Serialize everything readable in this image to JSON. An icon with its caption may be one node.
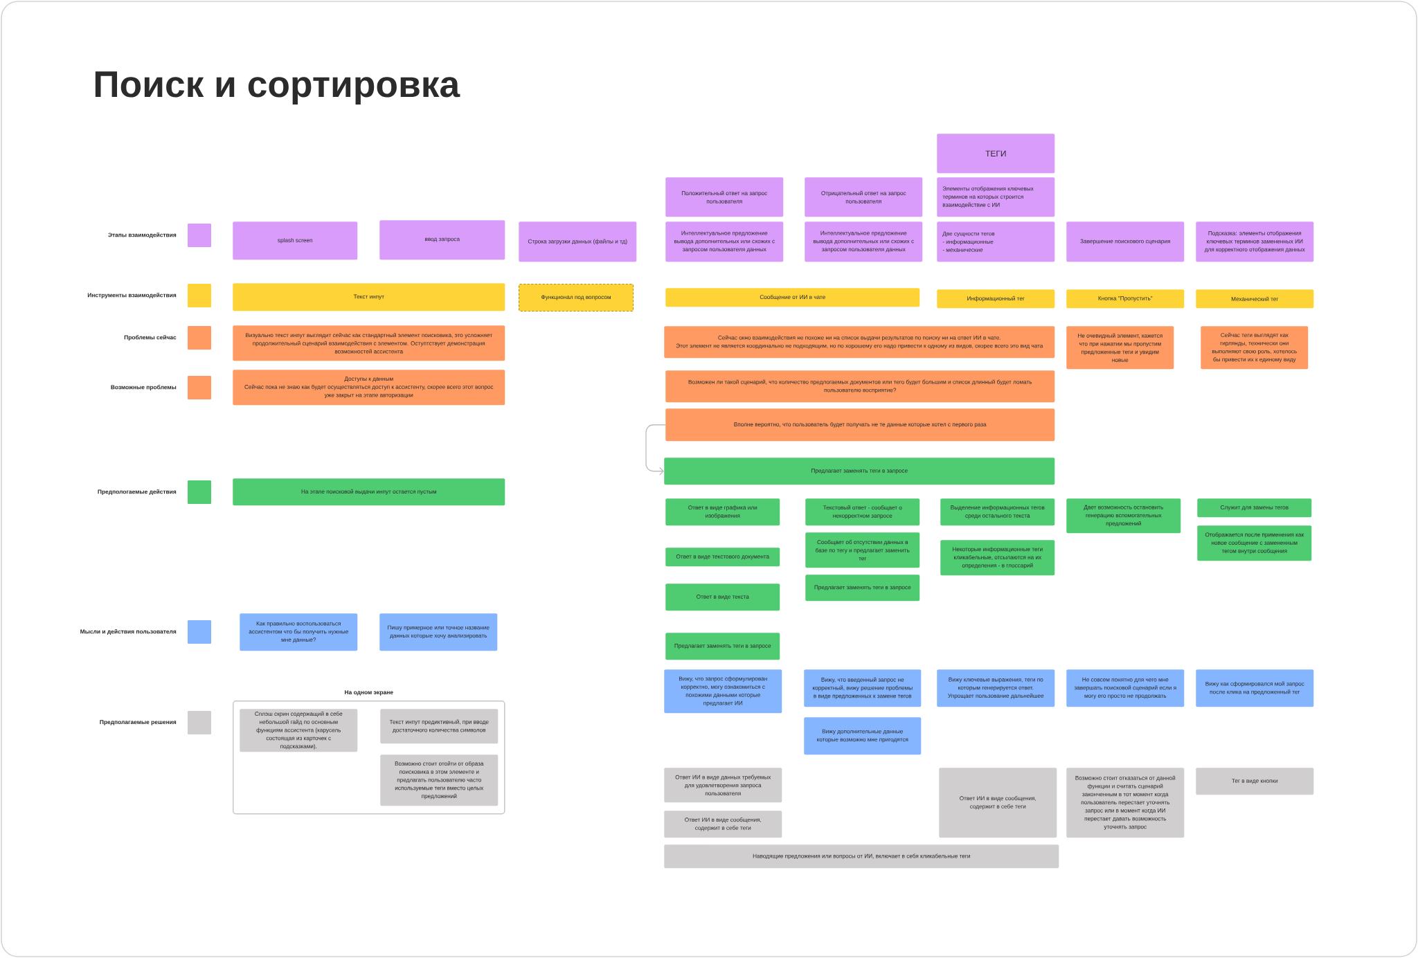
{
  "diagram": {
    "title": "Поиск и сортировка",
    "nodes": [
      {
        "text": [
          "ТЕГИ"
        ]
      },
      {
        "text": [
          "Положительный ответ на запрос пользователя"
        ]
      },
      {
        "text": [
          "Отрицательный ответ на запрос пользователя"
        ]
      },
      {
        "text": [
          "Элементы отображения ключевых терминов на которых строится взаимодействие с ИИ"
        ]
      },
      {
        "text": [
          "splash screen"
        ]
      },
      {
        "text": [
          "ввод запроса"
        ]
      },
      {
        "text": [
          "Строка загрузки данных (файлы и тд)"
        ]
      },
      {
        "text": [
          "Интеллектуальное предложение вывода дополнительных или схожих с запросом пользователя данных"
        ]
      },
      {
        "text": [
          "Интеллектуальное предложение вывода дополнительных или схожих с запросом пользователя данных"
        ]
      },
      {
        "text": [
          "Две сущности тегов",
          "- информационные",
          "- механические"
        ]
      },
      {
        "text": [
          "Завершение поискового сценария"
        ]
      },
      {
        "text": [
          "Подсказка: элементы отображения ключевых терминов замененных ИИ для корректного отображения данных"
        ]
      },
      {
        "text": [
          "Текст инпут"
        ]
      },
      {
        "text": [
          "Функционал под вопросом"
        ]
      },
      {
        "text": [
          "Сообщение от ИИ в чате"
        ]
      },
      {
        "text": [
          "Информационный тег"
        ]
      },
      {
        "text": [
          "Кнопка \"Пропустить\""
        ]
      },
      {
        "text": [
          "Механический тег"
        ]
      },
      {
        "text": [
          "Визуально текст инпут выглядит сейчас как стандартный элемент поисковика, это усложняет продолжительный сценарий взаимодействия с элементом. Оступтствует демонстрация возможностей ассистента"
        ]
      },
      {
        "text": [
          "Сейчас окно взаимодействия не похоже ни на список выдачи результатов по поиску ни на ответ ИИ в чате.",
          "Этот элемент не является координально не подходящим, но по хорошему его надо привести к одному из видов, скорее всего это вид чата"
        ]
      },
      {
        "text": [
          "Не очевидный элемент, кажется что при нажатии мы пропустим предложенные теги и увидим новые"
        ]
      },
      {
        "text": [
          "Сейчас теги выглядят как гирлянды, технически они выполняют свою роль, хотелось бы привести их к единому виду"
        ]
      },
      {
        "text": [
          "Доступы к данным",
          "Сейчас пока не знаю как будет осуществляться доступ к ассистенту, скорее всего этот вопрос уже закрыт на этапе авторизации"
        ]
      },
      {
        "text": [
          "Возможен ли такой сценарий, что количество предлогаемых документов или тего будет большим и список длинный будет ломать пользователю восприятие?"
        ]
      },
      {
        "text": [
          "Вполне вероятно, что пользователь будет получать не те данные которые хотел с первого раза"
        ]
      },
      {
        "text": [
          "Предлагает заменять теги в запросе"
        ]
      },
      {
        "text": [
          "На этапе поисковой выдачи инпут остается пустым"
        ]
      },
      {
        "text": [
          "Ответ в виде графика или изображения"
        ]
      },
      {
        "text": [
          "Текстовый ответ - сообщает о некорректном запросе"
        ]
      },
      {
        "text": [
          "Выделение информационных тегов среди остального текста"
        ]
      },
      {
        "text": [
          "Дает возможность остановить генерацию вспомогательных предложений"
        ]
      },
      {
        "text": [
          "Служит для замены тегов"
        ]
      },
      {
        "text": [
          "Отображается после применения как новое сообщение с замененным тегом внутри сообщения"
        ]
      },
      {
        "text": [
          "Сообщает об отсутствии данных в базе по тегу и предлагает заменить тег"
        ]
      },
      {
        "text": [
          "Некоторые информационные теги кликабельные, отсылаются на их определения - в глоссарий"
        ]
      },
      {
        "text": [
          "Ответ в виде текстового документа"
        ]
      },
      {
        "text": [
          "Предлагает заменять теги в запросе"
        ]
      },
      {
        "text": [
          "Ответ в виде текста"
        ]
      },
      {
        "text": [
          "Как правильно воспользоваться ассистентом что бы получить нужные мне данные?"
        ]
      },
      {
        "text": [
          "Пишу примерное или точное название данных которые хочу анализировать"
        ]
      },
      {
        "text": [
          "Предлагает заменять теги в запросе"
        ]
      },
      {
        "text": [
          "Вижу, что запрос сформулирован корректно, могу ознакомиться с похожими данными которые предлагает ИИ"
        ]
      },
      {
        "text": [
          "Вижу, что введенный запрос не корректный, вижу решение проблемы в виде предложенных к замене тегов"
        ]
      },
      {
        "text": [
          "Вижу ключевые выражения, теги по которым генерируется ответ. Упрощает пользование дальнейшее"
        ]
      },
      {
        "text": [
          "Не совсем понятно для чего мне завершать поисковой сценарий если я могу его просто не продолжать"
        ]
      },
      {
        "text": [
          "Вижу как сформировался мой запрос после клика на предложенный тег"
        ]
      },
      {
        "text": [
          "На одном экране"
        ]
      },
      {
        "text": [
          "Сплэш скрин содержащий в себе небольшой гайд по основным функциям ассистента (карусель состоящая из карточек с подсказками)."
        ],
        "in": 46
      },
      {
        "text": [
          "Текст инпут предиктивный, при вводе достаточного количества символов"
        ],
        "in": 46
      },
      {
        "text": [
          "Возможно стоит отойти от образа поисковика в этом элементе и предлагать пользователю часто используемые теги вместо целых предложений"
        ],
        "in": 46
      },
      {
        "text": [
          "Вижу дополнительные данные которые возможно мне пригодятся"
        ]
      },
      {
        "text": [
          "Ответ ИИ в виде данных требуемых для удовлетворения запроса пользователя"
        ]
      },
      {
        "text": [
          "Ответ ИИ в виде сообщения, содержит в себе теги"
        ]
      },
      {
        "text": [
          "Возможно стоит отказаться от данной функции и считать сценарий законченным в тот момент когда пользователь перестает уточнять запрос или в момент когда ИИ перестает давать возможность уточнять запрос"
        ]
      },
      {
        "text": [
          "Тег в виде кнопки"
        ]
      },
      {
        "text": [
          "Ответ ИИ в виде сообщения, содержит в себе теги"
        ]
      },
      {
        "text": [
          "Наводящие предложения или вопросы от ИИ, включает в себя кликабельные теги"
        ]
      }
    ],
    "edges": [
      {
        "from": 24,
        "to": 25,
        "arrow": "to",
        "color": "#bdbdbd"
      }
    ],
    "legend": [
      {
        "text": "Этапы взаимодействия",
        "color": "#d99cfb"
      },
      {
        "text": "Инструменты взаимодействия",
        "color": "#fdd335"
      },
      {
        "text": "Проблемы сейчас",
        "color": "#fe9a62"
      },
      {
        "text": "Возможные проблемы",
        "color": "#fe9a62"
      },
      {
        "text": "Предпологаемые действия",
        "color": "#4fcb71"
      },
      {
        "text": "Мысли и действия пользователя",
        "color": "#84b5fe"
      },
      {
        "text": "Предполагаемые решения",
        "color": "#d0cecf"
      }
    ]
  }
}
